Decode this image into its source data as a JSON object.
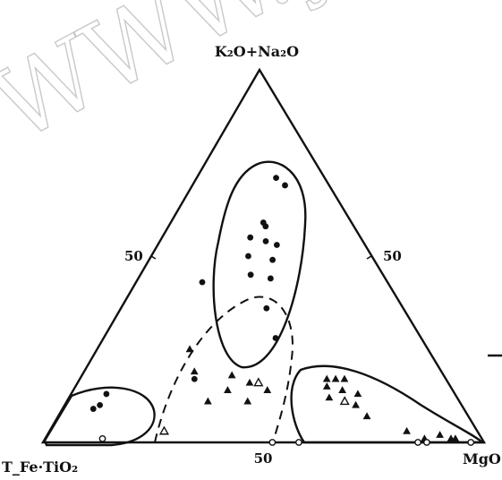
{
  "watermark": "WWW.ySK",
  "labels": {
    "top_vertex": "K₂O+Na₂O",
    "left_vertex": "T_Fe·TiO₂",
    "right_vertex": "MgO",
    "left_edge_tick": "50",
    "right_edge_tick": "50",
    "base_tick": "50"
  },
  "chart_data": {
    "type": "scatter",
    "subtype": "ternary",
    "axes": [
      "K₂O+Na₂O",
      "T_Fe·TiO₂",
      "MgO"
    ],
    "tick_value": 50,
    "series": [
      {
        "marker": "filled-circle",
        "points": [
          {
            "K2O+Na2O": 71,
            "TFe+TiO2": 11,
            "MgO": 18
          },
          {
            "K2O+Na2O": 69,
            "TFe+TiO2": 10,
            "MgO": 21
          },
          {
            "K2O+Na2O": 59,
            "TFe+TiO2": 20,
            "MgO": 21
          },
          {
            "K2O+Na2O": 58,
            "TFe+TiO2": 20,
            "MgO": 22
          },
          {
            "K2O+Na2O": 55,
            "TFe+TiO2": 25,
            "MgO": 20
          },
          {
            "K2O+Na2O": 54,
            "TFe+TiO2": 22,
            "MgO": 24
          },
          {
            "K2O+Na2O": 53,
            "TFe+TiO2": 20,
            "MgO": 27
          },
          {
            "K2O+Na2O": 50,
            "TFe+TiO2": 28,
            "MgO": 22
          },
          {
            "K2O+Na2O": 49,
            "TFe+TiO2": 23,
            "MgO": 28
          },
          {
            "K2O+Na2O": 45,
            "TFe+TiO2": 30,
            "MgO": 25
          },
          {
            "K2O+Na2O": 44,
            "TFe+TiO2": 26,
            "MgO": 30
          },
          {
            "K2O+Na2O": 43,
            "TFe+TiO2": 42,
            "MgO": 15
          },
          {
            "K2O+Na2O": 36,
            "TFe+TiO2": 31,
            "MgO": 33
          },
          {
            "K2O+Na2O": 28,
            "TFe+TiO2": 33,
            "MgO": 39
          },
          {
            "K2O+Na2O": 17,
            "TFe+TiO2": 57,
            "MgO": 26
          },
          {
            "K2O+Na2O": 13,
            "TFe+TiO2": 79,
            "MgO": 8
          },
          {
            "K2O+Na2O": 10,
            "TFe+TiO2": 82,
            "MgO": 8
          },
          {
            "K2O+Na2O": 9,
            "TFe+TiO2": 84,
            "MgO": 7
          }
        ]
      },
      {
        "marker": "filled-triangle",
        "points": [
          {
            "K2O+Na2O": 25,
            "TFe+TiO2": 54,
            "MgO": 21
          },
          {
            "K2O+Na2O": 19,
            "TFe+TiO2": 56,
            "MgO": 25
          },
          {
            "K2O+Na2O": 18,
            "TFe+TiO2": 48,
            "MgO": 34
          },
          {
            "K2O+Na2O": 16,
            "TFe+TiO2": 45,
            "MgO": 39
          },
          {
            "K2O+Na2O": 14,
            "TFe+TiO2": 51,
            "MgO": 35
          },
          {
            "K2O+Na2O": 14,
            "TFe+TiO2": 42,
            "MgO": 44
          },
          {
            "K2O+Na2O": 11,
            "TFe+TiO2": 57,
            "MgO": 32
          },
          {
            "K2O+Na2O": 11,
            "TFe+TiO2": 48,
            "MgO": 41
          },
          {
            "K2O+Na2O": 17,
            "TFe+TiO2": 27,
            "MgO": 56
          },
          {
            "K2O+Na2O": 17,
            "TFe+TiO2": 25,
            "MgO": 58
          },
          {
            "K2O+Na2O": 17,
            "TFe+TiO2": 23,
            "MgO": 60
          },
          {
            "K2O+Na2O": 15,
            "TFe+TiO2": 28,
            "MgO": 57
          },
          {
            "K2O+Na2O": 14,
            "TFe+TiO2": 25,
            "MgO": 61
          },
          {
            "K2O+Na2O": 13,
            "TFe+TiO2": 22,
            "MgO": 65
          },
          {
            "K2O+Na2O": 12,
            "TFe+TiO2": 29,
            "MgO": 59
          },
          {
            "K2O+Na2O": 10,
            "TFe+TiO2": 24,
            "MgO": 66
          },
          {
            "K2O+Na2O": 7,
            "TFe+TiO2": 23,
            "MgO": 70
          },
          {
            "K2O+Na2O": 3,
            "TFe+TiO2": 16,
            "MgO": 81
          },
          {
            "K2O+Na2O": 2,
            "TFe+TiO2": 9,
            "MgO": 89
          },
          {
            "K2O+Na2O": 1,
            "TFe+TiO2": 13,
            "MgO": 86
          },
          {
            "K2O+Na2O": 1,
            "TFe+TiO2": 7,
            "MgO": 92
          },
          {
            "K2O+Na2O": 1,
            "TFe+TiO2": 6,
            "MgO": 93
          }
        ]
      },
      {
        "marker": "open-triangle",
        "points": [
          {
            "K2O+Na2O": 3,
            "TFe+TiO2": 71,
            "MgO": 26
          },
          {
            "K2O+Na2O": 11,
            "TFe+TiO2": 26,
            "MgO": 63
          },
          {
            "K2O+Na2O": 16,
            "TFe+TiO2": 43,
            "MgO": 41
          }
        ]
      },
      {
        "marker": "open-circle",
        "points": [
          {
            "K2O+Na2O": 1,
            "TFe+TiO2": 86,
            "MgO": 13
          },
          {
            "K2O+Na2O": 0,
            "TFe+TiO2": 48,
            "MgO": 52
          },
          {
            "K2O+Na2O": 0,
            "TFe+TiO2": 42,
            "MgO": 58
          },
          {
            "K2O+Na2O": 0,
            "TFe+TiO2": 15,
            "MgO": 85
          },
          {
            "K2O+Na2O": 0,
            "TFe+TiO2": 13,
            "MgO": 87
          },
          {
            "K2O+Na2O": 0,
            "TFe+TiO2": 3,
            "MgO": 97
          }
        ]
      }
    ]
  }
}
